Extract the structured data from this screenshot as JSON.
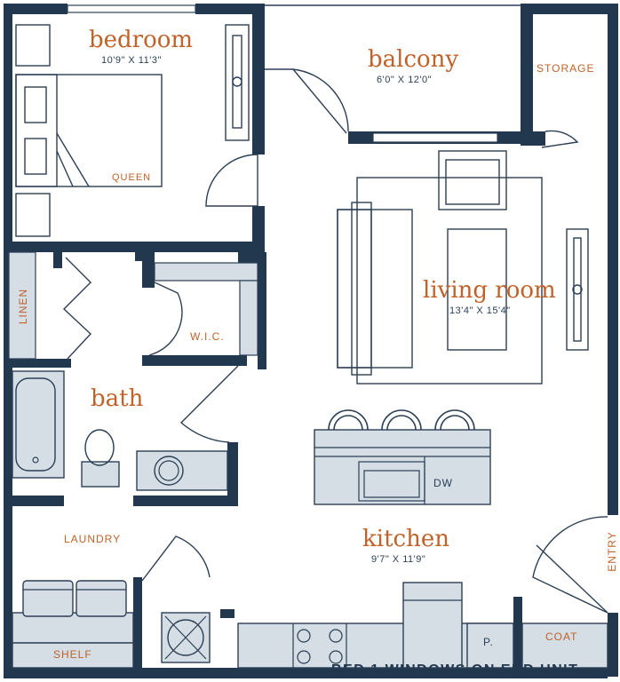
{
  "rooms": {
    "bedroom": {
      "name": "bedroom",
      "dims": "10'9\" X 11'3\""
    },
    "balcony": {
      "name": "balcony",
      "dims": "6'0\" X 12'0\""
    },
    "living_room": {
      "name": "living room",
      "dims": "13'4\" X 15'4\""
    },
    "bath": {
      "name": "bath"
    },
    "kitchen": {
      "name": "kitchen",
      "dims": "9'7\" X 11'9\""
    }
  },
  "labels": {
    "storage": "STORAGE",
    "queen": "QUEEN",
    "linen": "LINEN",
    "wic": "W.I.C.",
    "dw": "DW",
    "laundry": "LAUNDRY",
    "shelf": "SHELF",
    "pantry": "P.",
    "coat": "COAT",
    "entry": "ENTRY"
  },
  "footer": "BED 1 WINDOWS ON END UNIT",
  "colors": {
    "wall": "#22384f",
    "accent": "#c0622a",
    "fixture": "#d5dde5",
    "line": "#2b3f55"
  }
}
